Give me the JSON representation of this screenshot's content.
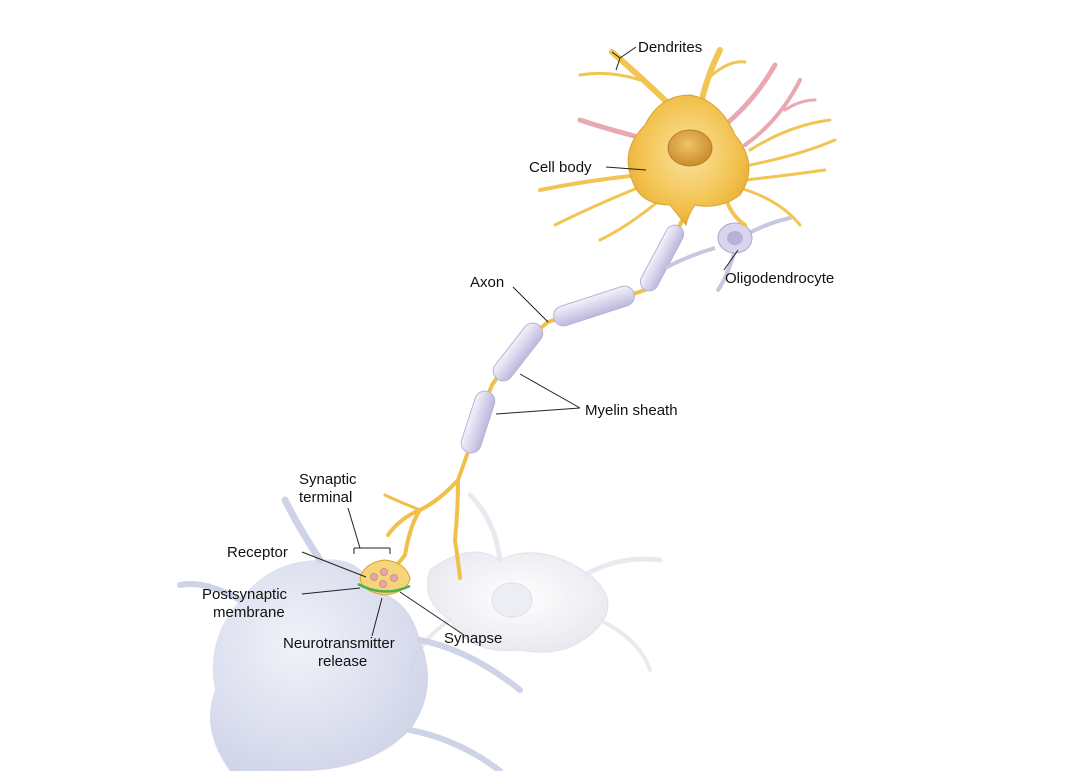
{
  "diagram": {
    "labels": {
      "dendrites": "Dendrites",
      "cell_body": "Cell body",
      "axon": "Axon",
      "oligodendrocyte": "Oligodendrocyte",
      "myelin_sheath": "Myelin sheath",
      "synaptic_terminal_1": "Synaptic",
      "synaptic_terminal_2": "terminal",
      "receptor": "Receptor",
      "postsynaptic_1": "Postsynaptic",
      "postsynaptic_2": "membrane",
      "neurotransmitter_1": "Neurotransmitter",
      "neurotransmitter_2": "release",
      "synapse": "Synapse"
    },
    "colors": {
      "neuron": "#f3c24a",
      "neuron_light": "#fbe7a6",
      "myelin": "#dcd8ee",
      "target_cell": "#d9dcef",
      "dendrite_pink": "#e8a9b0"
    }
  }
}
